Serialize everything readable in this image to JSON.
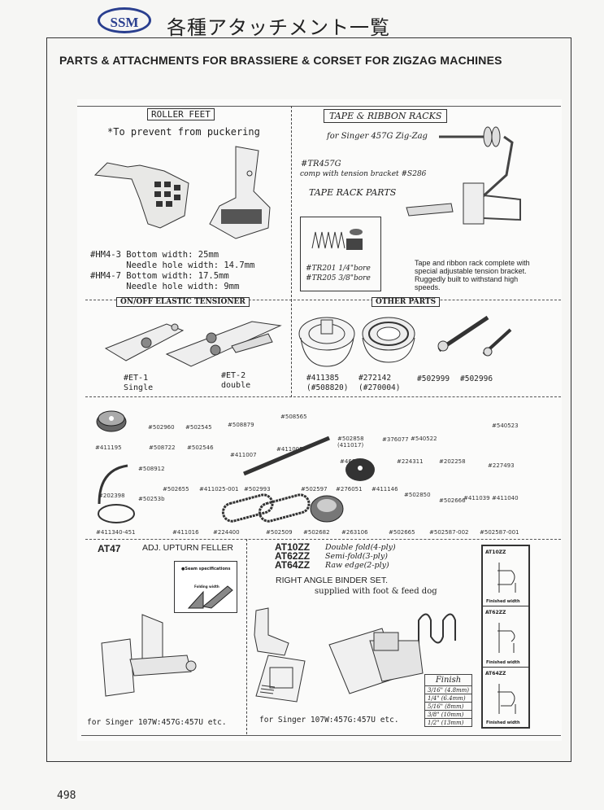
{
  "header": {
    "logo_text": "SSM",
    "title_jp": "各種アタッチメント一覧"
  },
  "heading": "PARTS & ATTACHMENTS FOR BRASSIERE & CORSET FOR ZIGZAG MACHINES",
  "roller_feet": {
    "label": "ROLLER FEET",
    "note": "*To prevent from puckering",
    "specs": [
      "#HM4-3 Bottom width: 25mm",
      "       Needle hole width: 14.7mm",
      "#HM4-7 Bottom width: 17.5mm",
      "       Needle hole width: 9mm"
    ]
  },
  "tape_racks": {
    "label": "TAPE & RIBBON RACKS",
    "for_machine": "for Singer 457G Zig-Zag",
    "code": "#TR457G",
    "comp": "comp with tension bracket #S286",
    "parts_title": "TAPE RACK PARTS",
    "bores": [
      "#TR201 1/4\"bore",
      "#TR205 3/8\"bore"
    ],
    "description": "Tape and ribbon rack complete with special adjustable tension bracket. Ruggedly built to withstand high speeds."
  },
  "elastic_tensioner": {
    "label": "ON/OFF ELASTIC TENSIONER",
    "items": [
      {
        "code": "#ET-1",
        "desc": "Single"
      },
      {
        "code": "#ET-2",
        "desc": "double"
      }
    ]
  },
  "other_parts": {
    "label": "OTHER PARTS",
    "items": [
      {
        "code": "#411385",
        "alt": "(#508820)"
      },
      {
        "code": "#272142",
        "alt": "(#270004)"
      },
      {
        "code": "#502999",
        "alt": ""
      },
      {
        "code": "#502996",
        "alt": ""
      }
    ]
  },
  "parts": [
    "#411195",
    "#502960",
    "#502545",
    "#508722",
    "#502546",
    "#508879",
    "#508565",
    "#411007",
    "#411005",
    "#502858 (411017)",
    "#376077",
    "#540522",
    "#540523",
    "#460",
    "#224311",
    "#202258",
    "#227493",
    "#202398",
    "#508912",
    "#502655",
    "#411025-001",
    "#502993",
    "#502597",
    "#276051",
    "#411146",
    "#502850",
    "#502666",
    "#411039",
    "#411040",
    "#50253b",
    "#411340-451",
    "#411016",
    "#224400",
    "#502509",
    "#502682",
    "#263106",
    "#502665",
    "#502587-002",
    "#502587-001"
  ],
  "at47": {
    "code": "AT47",
    "name": "ADJ. UPTURN FELLER",
    "inset_title": "●Seam specifications",
    "inset_label": "Folding width",
    "for_machine": "for Singer 107W:457G:457U etc."
  },
  "binder": {
    "models": [
      {
        "code": "AT10ZZ",
        "desc": "Double fold(4-ply)"
      },
      {
        "code": "AT62ZZ",
        "desc": "Semi-fold(3-ply)"
      },
      {
        "code": "AT64ZZ",
        "desc": "Raw edge(2-ply)"
      }
    ],
    "title": "RIGHT ANGLE BINDER SET.",
    "subtitle": "supplied with foot & feed dog",
    "for_machine": "for Singer 107W:457G:457U etc.",
    "finish_header": "Finish",
    "finish": [
      "3/16\" (4.8mm)",
      "1/4\" (6.4mm)",
      "5/16\" (8mm)",
      "3/8\" (10mm)",
      "1/2\" (13mm)"
    ],
    "panels": [
      {
        "code": "AT10ZZ",
        "caption": "Finished width"
      },
      {
        "code": "AT62ZZ",
        "caption": "Finished width"
      },
      {
        "code": "AT64ZZ",
        "caption": "Finished width"
      }
    ]
  },
  "page_number": "498"
}
